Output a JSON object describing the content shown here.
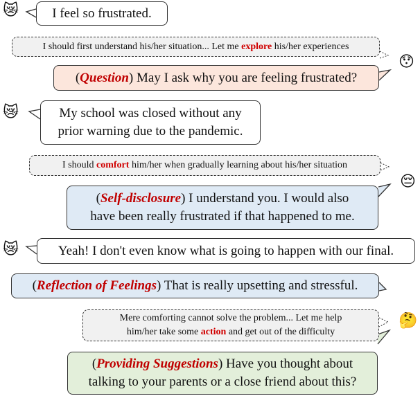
{
  "turns": {
    "user1": {
      "text": "I feel so frustrated."
    },
    "thought1": {
      "pre": "I should first understand his/her situation... Let me ",
      "keyword": "explore",
      "post": " his/her experiences"
    },
    "sys1": {
      "strategy": "Question",
      "text": " May I ask why you are feeling frustrated?"
    },
    "user2": {
      "line1": "My school was closed without any",
      "line2": "prior warning due to the pandemic."
    },
    "thought2": {
      "pre": "I should ",
      "keyword": "comfort",
      "post": " him/her when gradually learning about his/her situation"
    },
    "sys2": {
      "strategy": "Self-disclosure",
      "line1": " I understand you. I would also",
      "line2": "have been really frustrated if that happened to me."
    },
    "user3": {
      "text": "Yeah! I don't even know what is going to happen with our final."
    },
    "sys3": {
      "strategy": "Reflection of Feelings",
      "text": " That is really upsetting and stressful."
    },
    "thought3": {
      "line1": "Mere comforting cannot solve the problem... Let me help",
      "pre2": "him/her take some ",
      "keyword": "action",
      "post2": " and get out of the difficulty"
    },
    "sys4": {
      "strategy": "Providing Suggestions",
      "line1": " Have you thought about",
      "line2": "talking to your parents or a close friend about this?"
    }
  },
  "emojis": {
    "user": "😿",
    "sys1": "😯",
    "sys2": "😔",
    "sys3": "🤔"
  },
  "colors": {
    "question_bg": "#fce6dc",
    "support_bg": "#dfeaf5",
    "suggestion_bg": "#e3efda",
    "thought_bg": "#f1f1f1",
    "strategy_text": "#c00000"
  }
}
